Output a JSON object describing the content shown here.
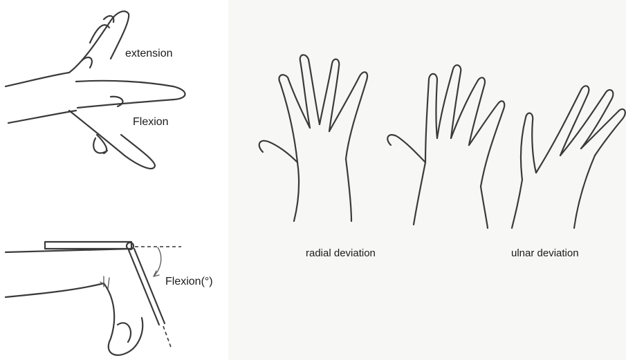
{
  "labels": {
    "extension": "extension",
    "flexion": "Flexion",
    "flexion_degree": "Flexion(°)",
    "radial_deviation": "radial deviation",
    "ulnar_deviation": "ulnar deviation"
  },
  "colors": {
    "line": "#3a3a3a",
    "background": "#ffffff"
  }
}
